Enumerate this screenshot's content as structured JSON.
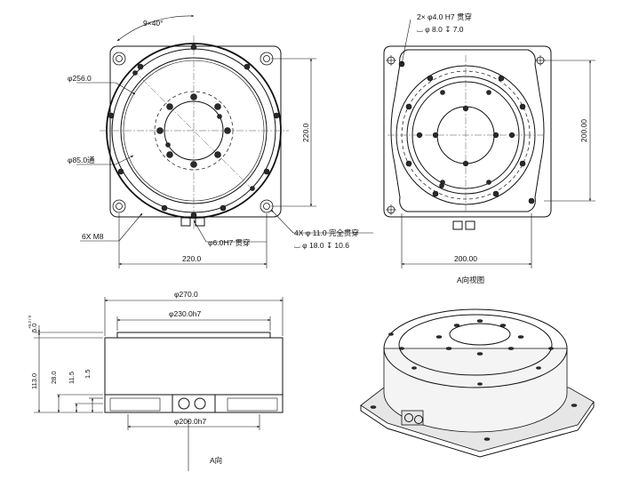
{
  "top_view": {
    "angle_label": "9×40°",
    "dia_outer": "φ256.0",
    "dia_bore": "φ85.0通",
    "thread_label": "6X  M8",
    "pin_label": "φ6.0H7 贯穿",
    "height_label": "220.0",
    "width_label": "220.0",
    "mount_hole_line1": "4X  φ 11.0 完全贯穿",
    "mount_hole_line2": "⌴  φ 18.0 ↧ 10.6"
  },
  "view_a": {
    "pin_line1": "2×  φ4.0 H7 贯穿",
    "pin_line2": "⌴  φ 8.0 ↧ 7.0",
    "height_label": "200.00",
    "width_label": "200.00",
    "caption": "A向视图"
  },
  "side_view": {
    "dia_top": "φ270.0",
    "dia_pilot": "φ230.0h7",
    "dia_base": "φ200.0h7",
    "h_total": "113.0",
    "h_28": "28.0",
    "h_11": "11.5",
    "h_15": "1.5",
    "h_5": "5.0",
    "h_5_tol": "+0.3 / 0",
    "direction_label": "A向"
  }
}
